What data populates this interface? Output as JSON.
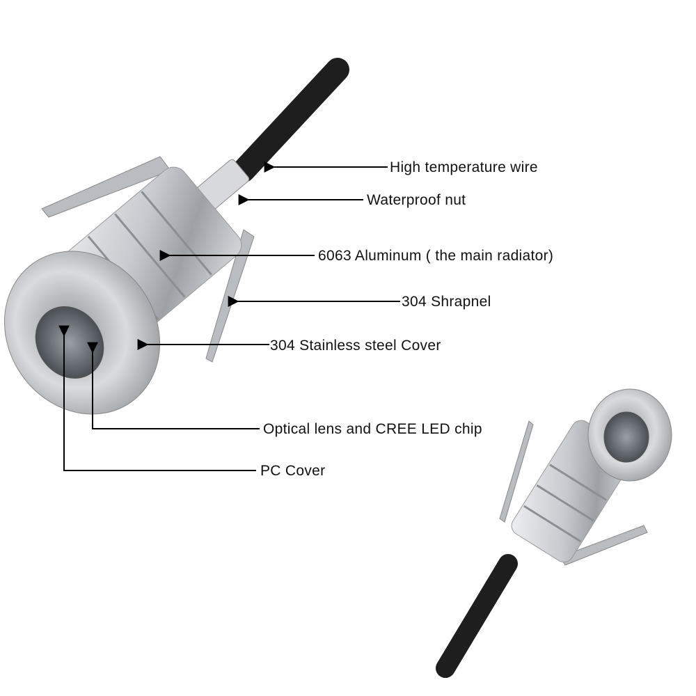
{
  "labels": {
    "wire": "High temperature wire",
    "nut": "Waterproof nut",
    "radiator": "6063 Aluminum ( the main radiator)",
    "shrapnel": "304 Shrapnel",
    "cover": "304 Stainless steel Cover",
    "lens": "Optical lens and CREE LED chip",
    "pc_cover": "PC Cover"
  },
  "colors": {
    "background": "#ffffff",
    "cable": "#1e1e1e",
    "aluminum": "#c9ccd0",
    "steel": "#b8bbbe",
    "line": "#000000"
  }
}
